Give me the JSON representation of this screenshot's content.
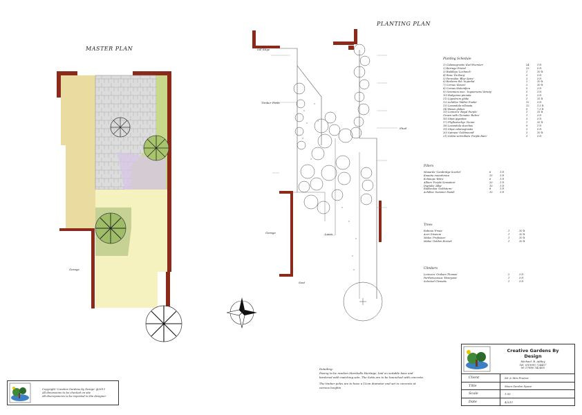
{
  "master_plan": {
    "title": "MASTER PLAN",
    "labels": {
      "garage": "Garage"
    }
  },
  "planting_plan": {
    "title": "PLANTING PLAN",
    "labels": {
      "sill_edge": "Sill Edge",
      "timber_posts": "Timber Posts",
      "shed": "Shed",
      "garage": "Garage",
      "lawn": "Lawn",
      "seat": "Seat"
    }
  },
  "planting_schedule": {
    "heading": "Planting Schedule",
    "rows": [
      {
        "name": "1) Calamagrostis 'Karl Foerster'",
        "qty": "24",
        "size": "1 lt"
      },
      {
        "name": "2) Berrage Friend",
        "qty": "13",
        "size": "5 lt"
      },
      {
        "name": "3) Buddleja 'Lochinch'",
        "qty": "1",
        "size": "10 lt"
      },
      {
        "name": "4) Rosa 'Da Burg'",
        "qty": "3",
        "size": "3 lt"
      },
      {
        "name": "5) Perovskia 'Blue Spire'",
        "qty": "3",
        "size": "3 lt"
      },
      {
        "name": "6) Berberis thb 'Superba'",
        "qty": "2",
        "size": "10 lt"
      },
      {
        "name": "7) Cornus 'Kesesi'",
        "qty": "2",
        "size": "10 lt"
      },
      {
        "name": "8) Cornus Stolonifera",
        "qty": "5",
        "size": "3 lt"
      },
      {
        "name": "9) Geranium mac. 'Ingwersens Variety'",
        "qty": "5",
        "size": "3 lt"
      },
      {
        "name": "10) Rodgersia pinnata",
        "qty": "5",
        "size": "3 lt"
      },
      {
        "name": "11) Ligustrum globe",
        "qty": "1",
        "size": "15 lt"
      },
      {
        "name": "12) Achillea 'Walter Funke'",
        "qty": "12",
        "size": "3 lt"
      },
      {
        "name": "13) Lavandula villosata",
        "qty": "12",
        "size": "1.5 lt"
      },
      {
        "name": "14) Buxus globes",
        "qty": "9",
        "size": "7.5 lt"
      },
      {
        "name": "15) Lonicera 'Royal Purple'",
        "qty": "1",
        "size": "15 lt"
      },
      {
        "name": "    Grown with Clematis 'Rubra'",
        "qty": "1",
        "size": "3 lt"
      },
      {
        "name": "16) Stipa gigantea",
        "qty": "3",
        "size": "5 lt"
      },
      {
        "name": "17) Phyllostachys 'Nuras'",
        "qty": "1",
        "size": "35 lt"
      },
      {
        "name": "18) Lavandula stoechas",
        "qty": "9",
        "size": "1 lt"
      },
      {
        "name": "19) Stipa calamagrostis",
        "qty": "3",
        "size": "5 lt"
      },
      {
        "name": "20) Spiraea 'Goldmound'",
        "qty": "3",
        "size": "10 lt"
      },
      {
        "name": "21) Salvia verticillata 'Purple Rain'",
        "qty": "3",
        "size": "3 lt"
      }
    ]
  },
  "fillers": {
    "heading": "Fillers",
    "rows": [
      {
        "name": "Monarda 'Cambridge Scarlet'",
        "qty": "6",
        "size": "1 lt"
      },
      {
        "name": "Knautia macedonica",
        "qty": "15",
        "size": "1 lt"
      },
      {
        "name": "Echinops 'Ritro'",
        "qty": "6",
        "size": "1 lt"
      },
      {
        "name": "Allium 'Purple Sensation'",
        "qty": "20",
        "size": "1 lt"
      },
      {
        "name": "Digitalis 'Alba'",
        "qty": "10",
        "size": "1 lt"
      },
      {
        "name": "Rudbeckia 'Goldsturm'",
        "qty": "8",
        "size": "1 lt"
      },
      {
        "name": "Achillea 'Summer Pastel'",
        "qty": "10",
        "size": "1 lt"
      }
    ]
  },
  "trees": {
    "heading": "Trees",
    "rows": [
      {
        "name": "Robinia 'Frisia'",
        "qty": "1",
        "size": "10 lt"
      },
      {
        "name": "Acer Griseum",
        "qty": "1",
        "size": "10 lt"
      },
      {
        "name": "Malus 'Profusion'",
        "qty": "1",
        "size": "10 lt"
      },
      {
        "name": "Malus 'Golden Hornet'",
        "qty": "1",
        "size": "10 lt"
      }
    ]
  },
  "climbers": {
    "heading": "Climbers",
    "rows": [
      {
        "name": "Lonicera 'Graham Thomas'",
        "qty": "2",
        "size": "3 lt"
      },
      {
        "name": "Parthenocissus 'Henryana'",
        "qty": "1",
        "size": "3 lt"
      },
      {
        "name": "Selected Clematis",
        "qty": "1",
        "size": "3 lt"
      }
    ]
  },
  "detailing": {
    "heading": "Detailing:",
    "line1": "Paving to be random Marshalls Heritage, laid on suitable base and",
    "line2": "bordered with matching sets. The Setts are to be haunched with concrete.",
    "line3": "The timber poles are to have a 15cm diameter and set in concrete at",
    "line4": "various heights"
  },
  "copyright": {
    "line1": "Copyright 'Creative Gardens by Design' @2011",
    "line2": "All dimensions to be checked on site",
    "line3": "All discrepancies to be reported to the designer"
  },
  "title_block": {
    "company": "Creative Gardens By",
    "company2": "Design",
    "designer": "Michael. R. Addey",
    "tel": "Tel: (01909) 724457",
    "mobile": "M: 07890 342405",
    "rows": [
      {
        "label": "Client",
        "value": "Mr & Mrs Proctor"
      },
      {
        "label": "Title",
        "value": "Moon  Garden Space"
      },
      {
        "label": "Scale",
        "value": "1:50"
      },
      {
        "label": "Date",
        "value": "4/3/11"
      }
    ]
  }
}
